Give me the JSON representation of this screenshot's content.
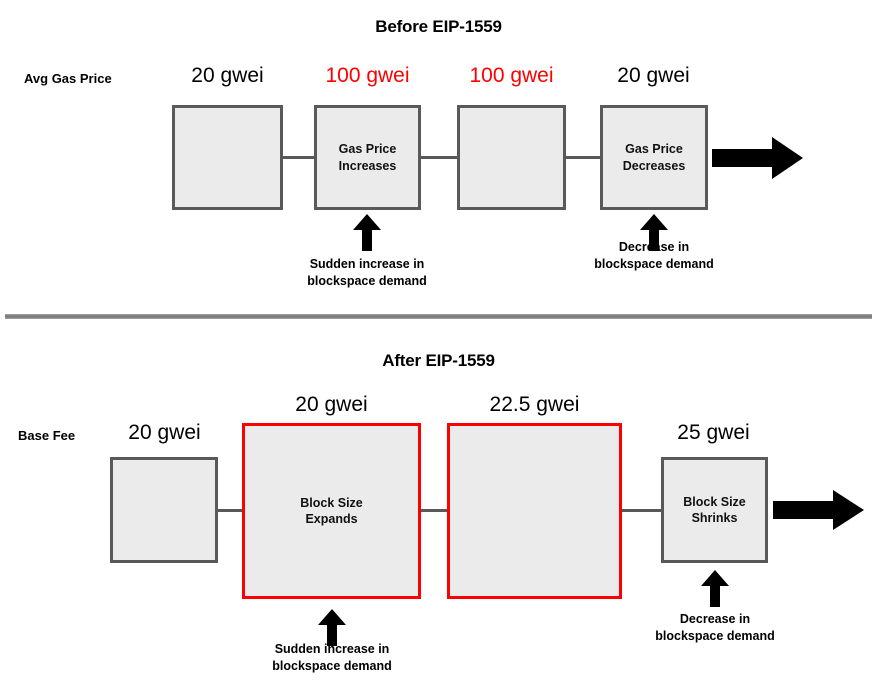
{
  "meta": {
    "accent_red": "#ff0000",
    "block_fill": "#ebebeb",
    "block_stroke": "#595959",
    "divider_color": "#808080"
  },
  "top_section": {
    "title": "Before EIP-1559",
    "row_label": "Avg Gas Price",
    "values": [
      {
        "text": "20 gwei",
        "color": "#000000"
      },
      {
        "text": "100 gwei",
        "color": "#ff0000"
      },
      {
        "text": "100 gwei",
        "color": "#ff0000"
      },
      {
        "text": "20 gwei",
        "color": "#000000"
      }
    ],
    "blocks": [
      {
        "label": ""
      },
      {
        "label": "Gas Price\nIncreases"
      },
      {
        "label": ""
      },
      {
        "label": "Gas Price\nDecreases"
      }
    ],
    "annotations": [
      "Sudden increase in\nblockspace demand",
      "Decrease in\nblockspace demand"
    ]
  },
  "bottom_section": {
    "title": "After EIP-1559",
    "row_label": "Base Fee",
    "values": [
      {
        "text": "20 gwei",
        "color": "#000000"
      },
      {
        "text": "20 gwei",
        "color": "#000000"
      },
      {
        "text": "22.5 gwei",
        "color": "#000000"
      },
      {
        "text": "25 gwei",
        "color": "#000000"
      }
    ],
    "blocks": [
      {
        "label": "",
        "outline": "gray"
      },
      {
        "label": "Block Size\nExpands",
        "outline": "red"
      },
      {
        "label": "",
        "outline": "red"
      },
      {
        "label": "Block Size\nShrinks",
        "outline": "gray"
      }
    ],
    "annotations": [
      "Sudden increase in\nblockspace demand",
      "Decrease in\nblockspace demand"
    ]
  }
}
